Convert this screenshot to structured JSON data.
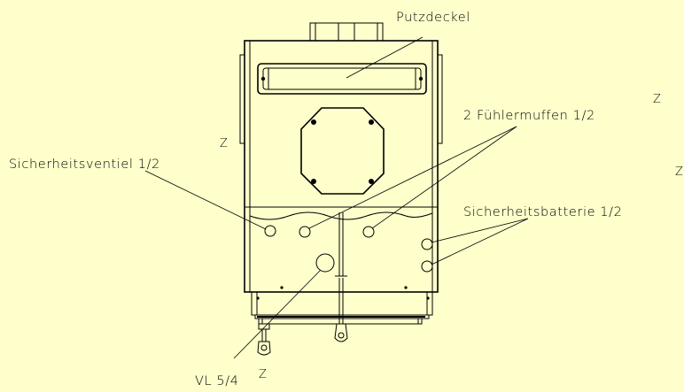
{
  "drawing": {
    "background_color": "#ffffcc",
    "line_color": "#000000",
    "labels": {
      "putzdeckel": "Putzdeckel",
      "fuehlermuffen": "2 Fühlermuffen 1/2",
      "fuehlermuffen_sup": "Z",
      "sicherheitsventiel": "Sicherheitsventiel 1/2",
      "sicherheitsventiel_sup": "Z",
      "sicherheitsbatterie": "Sicherheitsbatterie 1/2",
      "sicherheitsbatterie_sup": "Z",
      "vl": "VL  5/4",
      "vl_sup": "Z"
    }
  }
}
